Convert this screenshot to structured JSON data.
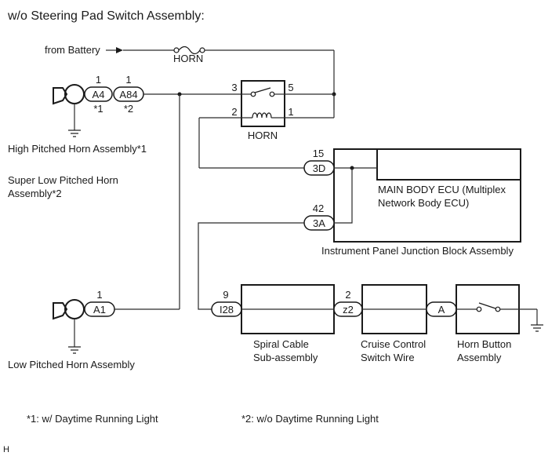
{
  "title": "w/o Steering Pad Switch Assembly:",
  "battery_label": "from Battery",
  "fuse": {
    "label": "HORN"
  },
  "relay": {
    "label": "HORN",
    "pins": {
      "p3": "3",
      "p5": "5",
      "p2": "2",
      "p1": "1"
    }
  },
  "high_horn": {
    "label": "High Pitched Horn Assembly*1",
    "label2_line1": "Super Low Pitched Horn",
    "label2_line2": "Assembly*2",
    "connectors": [
      {
        "pin": "1",
        "name": "A4",
        "note": "*1"
      },
      {
        "pin": "1",
        "name": "A84",
        "note": "*2"
      }
    ]
  },
  "low_horn": {
    "label": "Low Pitched Horn Assembly",
    "connector": {
      "pin": "1",
      "name": "A1"
    }
  },
  "ecu": {
    "connectors": [
      {
        "pin": "15",
        "name": "3D"
      },
      {
        "pin": "42",
        "name": "3A"
      }
    ],
    "inner_label_line1": "MAIN BODY ECU (Multiplex",
    "inner_label_line2": "Network Body ECU)",
    "outer_label": "Instrument Panel Junction Block Assembly"
  },
  "spiral_cable": {
    "connector": {
      "pin": "9",
      "name": "I28"
    },
    "label_line1": "Spiral Cable",
    "label_line2": "Sub-assembly"
  },
  "cruise_wire": {
    "connector": {
      "pin": "2",
      "name": "z2"
    },
    "label_line1": "Cruise Control",
    "label_line2": "Switch Wire"
  },
  "horn_button": {
    "connector": {
      "name": "A"
    },
    "label_line1": "Horn Button",
    "label_line2": "Assembly"
  },
  "footnotes": {
    "n1": "*1: w/ Daytime Running Light",
    "n2": "*2: w/o Daytime Running Light"
  },
  "corner_mark": "H"
}
